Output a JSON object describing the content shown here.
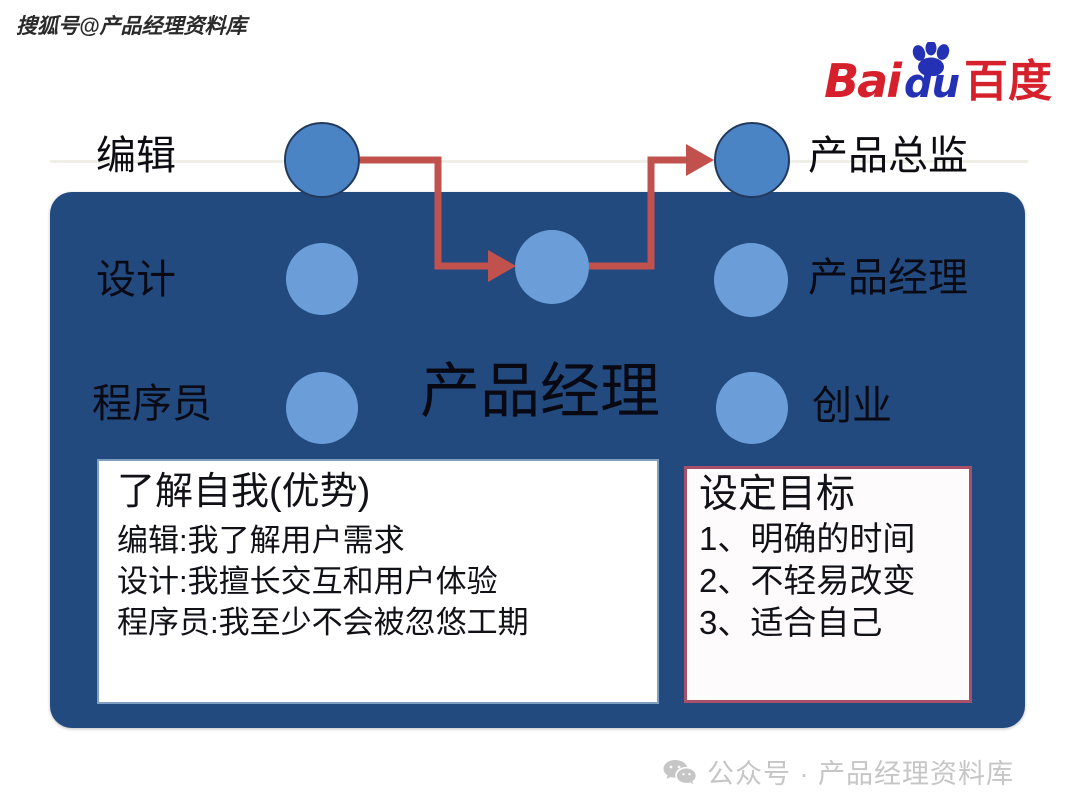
{
  "watermarks": {
    "top_left": "搜狐号@产品经理资料库",
    "bottom_right": "公众号 · 产品经理资料库",
    "bottom_icon": "wechat-icon"
  },
  "brand": {
    "name": "Baidu",
    "latin_red": "Bai",
    "latin_blue": "du",
    "chinese": "百度",
    "paw_icon": "paw-print-icon",
    "red": "#d6212c",
    "blue": "#2431b5"
  },
  "diagram": {
    "panel_color": "#224a7e",
    "arrow_color": "#c0514d",
    "circle_top_color": "#4a84c4",
    "circle_inner_color": "#6b9ed8",
    "center_title": "产品经理",
    "nodes": [
      {
        "id": "editor",
        "label": "编辑",
        "label_side": "left",
        "row": 1
      },
      {
        "id": "product-director",
        "label": "产品总监",
        "label_side": "right",
        "row": 1
      },
      {
        "id": "design",
        "label": "设计",
        "label_side": "left",
        "row": 2
      },
      {
        "id": "hub",
        "label": "",
        "label_side": "none",
        "row": 2
      },
      {
        "id": "product-manager",
        "label": "产品经理",
        "label_side": "right",
        "row": 2
      },
      {
        "id": "programmer",
        "label": "程序员",
        "label_side": "left",
        "row": 3
      },
      {
        "id": "startup",
        "label": "创业",
        "label_side": "right",
        "row": 3
      }
    ]
  },
  "box_left": {
    "title": "了解自我(优势)",
    "lines": [
      "编辑:我了解用户需求",
      "设计:我擅长交互和用户体验",
      "程序员:我至少不会被忽悠工期"
    ]
  },
  "box_right": {
    "title": "设定目标",
    "border_color": "#a8506a",
    "lines": [
      "1、明确的时间",
      "2、不轻易改变",
      "3、适合自己"
    ]
  }
}
